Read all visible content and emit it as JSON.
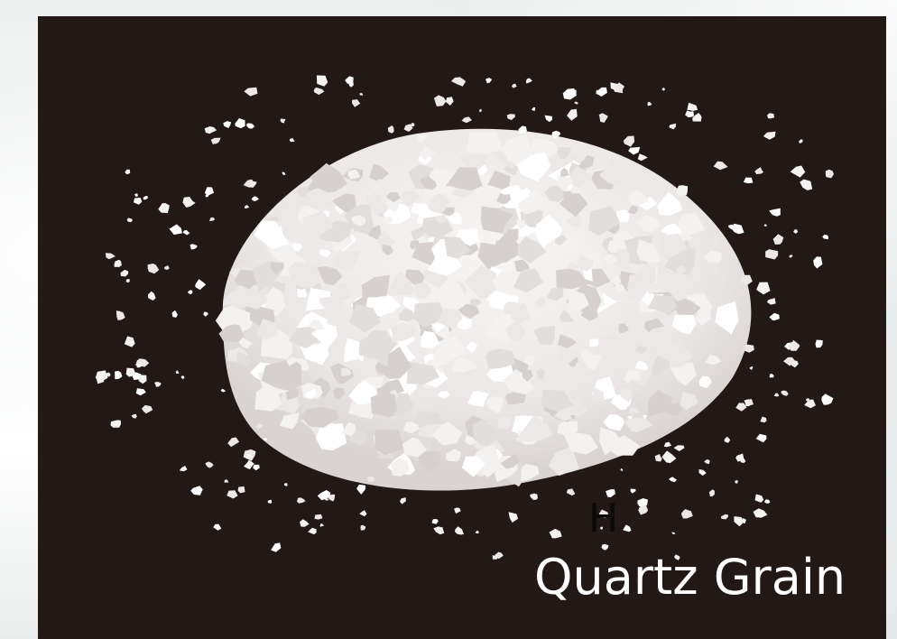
{
  "image": {
    "subject": "quartz-grain-pile",
    "marker_letter": "H",
    "caption": "Quartz Grain"
  },
  "colors": {
    "panel_background": "#221816",
    "grain": "#f1efee",
    "grain_shadow": "#cfcac8",
    "caption_text": "#ffffff",
    "marker_text": "#0c0909",
    "page_background": "#eef0f0"
  }
}
